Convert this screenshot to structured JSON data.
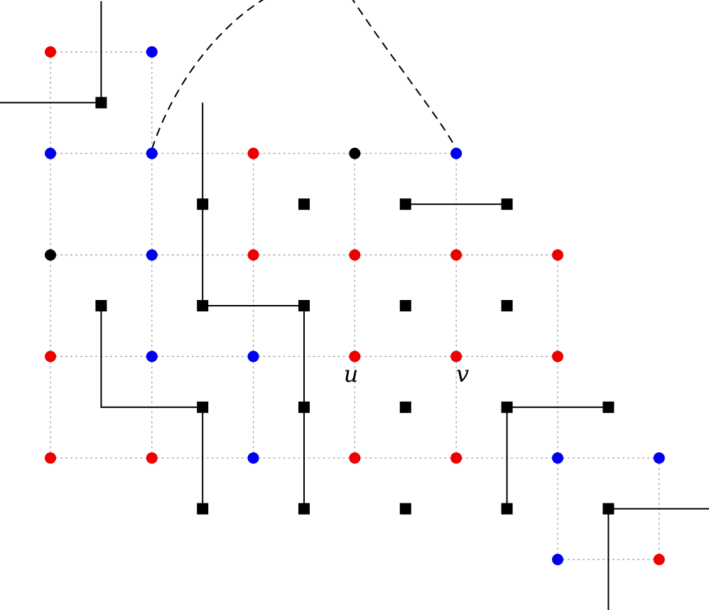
{
  "colors": {
    "red": "#ee0000",
    "blue": "#0000ee",
    "black": "#000000",
    "grid_line": "#9a9a9a",
    "path": "#000000"
  },
  "labels": {
    "u": "u",
    "v": "v"
  },
  "vertex_grid": {
    "columns": [
      0,
      1,
      2,
      3,
      4,
      5,
      6
    ],
    "rows": [
      0,
      1,
      2,
      3,
      4,
      5
    ]
  },
  "vertices": [
    {
      "col": 0,
      "row": 0,
      "color": "red"
    },
    {
      "col": 1,
      "row": 0,
      "color": "blue"
    },
    {
      "col": 0,
      "row": 1,
      "color": "blue"
    },
    {
      "col": 1,
      "row": 1,
      "color": "blue"
    },
    {
      "col": 2,
      "row": 1,
      "color": "red"
    },
    {
      "col": 3,
      "row": 1,
      "color": "black"
    },
    {
      "col": 4,
      "row": 1,
      "color": "blue"
    },
    {
      "col": 0,
      "row": 2,
      "color": "black"
    },
    {
      "col": 1,
      "row": 2,
      "color": "blue"
    },
    {
      "col": 2,
      "row": 2,
      "color": "red"
    },
    {
      "col": 3,
      "row": 2,
      "color": "red"
    },
    {
      "col": 4,
      "row": 2,
      "color": "red"
    },
    {
      "col": 5,
      "row": 2,
      "color": "red"
    },
    {
      "col": 0,
      "row": 3,
      "color": "red"
    },
    {
      "col": 1,
      "row": 3,
      "color": "blue"
    },
    {
      "col": 2,
      "row": 3,
      "color": "blue"
    },
    {
      "col": 3,
      "row": 3,
      "color": "red",
      "label": "u"
    },
    {
      "col": 4,
      "row": 3,
      "color": "red",
      "label": "v"
    },
    {
      "col": 5,
      "row": 3,
      "color": "red"
    },
    {
      "col": 0,
      "row": 4,
      "color": "red"
    },
    {
      "col": 1,
      "row": 4,
      "color": "red"
    },
    {
      "col": 2,
      "row": 4,
      "color": "blue"
    },
    {
      "col": 3,
      "row": 4,
      "color": "red"
    },
    {
      "col": 4,
      "row": 4,
      "color": "red"
    },
    {
      "col": 5,
      "row": 4,
      "color": "blue"
    },
    {
      "col": 6,
      "row": 4,
      "color": "blue"
    },
    {
      "col": 5,
      "row": 5,
      "color": "blue"
    },
    {
      "col": 6,
      "row": 5,
      "color": "red"
    }
  ],
  "grid_edges": [
    [
      [
        0,
        0
      ],
      [
        1,
        0
      ]
    ],
    [
      [
        0,
        1
      ],
      [
        1,
        1
      ]
    ],
    [
      [
        1,
        1
      ],
      [
        2,
        1
      ]
    ],
    [
      [
        2,
        1
      ],
      [
        3,
        1
      ]
    ],
    [
      [
        3,
        1
      ],
      [
        4,
        1
      ]
    ],
    [
      [
        0,
        2
      ],
      [
        1,
        2
      ]
    ],
    [
      [
        1,
        2
      ],
      [
        2,
        2
      ]
    ],
    [
      [
        2,
        2
      ],
      [
        3,
        2
      ]
    ],
    [
      [
        3,
        2
      ],
      [
        4,
        2
      ]
    ],
    [
      [
        4,
        2
      ],
      [
        5,
        2
      ]
    ],
    [
      [
        0,
        3
      ],
      [
        1,
        3
      ]
    ],
    [
      [
        1,
        3
      ],
      [
        2,
        3
      ]
    ],
    [
      [
        2,
        3
      ],
      [
        3,
        3
      ]
    ],
    [
      [
        3,
        3
      ],
      [
        4,
        3
      ]
    ],
    [
      [
        4,
        3
      ],
      [
        5,
        3
      ]
    ],
    [
      [
        0,
        4
      ],
      [
        1,
        4
      ]
    ],
    [
      [
        1,
        4
      ],
      [
        2,
        4
      ]
    ],
    [
      [
        2,
        4
      ],
      [
        3,
        4
      ]
    ],
    [
      [
        3,
        4
      ],
      [
        4,
        4
      ]
    ],
    [
      [
        4,
        4
      ],
      [
        5,
        4
      ]
    ],
    [
      [
        5,
        4
      ],
      [
        6,
        4
      ]
    ],
    [
      [
        5,
        5
      ],
      [
        6,
        5
      ]
    ],
    [
      [
        0,
        0
      ],
      [
        0,
        1
      ]
    ],
    [
      [
        0,
        1
      ],
      [
        0,
        2
      ]
    ],
    [
      [
        0,
        2
      ],
      [
        0,
        3
      ]
    ],
    [
      [
        0,
        3
      ],
      [
        0,
        4
      ]
    ],
    [
      [
        1,
        0
      ],
      [
        1,
        1
      ]
    ],
    [
      [
        1,
        1
      ],
      [
        1,
        2
      ]
    ],
    [
      [
        1,
        2
      ],
      [
        1,
        3
      ]
    ],
    [
      [
        1,
        3
      ],
      [
        1,
        4
      ]
    ],
    [
      [
        2,
        1
      ],
      [
        2,
        2
      ]
    ],
    [
      [
        2,
        2
      ],
      [
        2,
        3
      ]
    ],
    [
      [
        2,
        3
      ],
      [
        2,
        4
      ]
    ],
    [
      [
        3,
        1
      ],
      [
        3,
        2
      ]
    ],
    [
      [
        3,
        2
      ],
      [
        3,
        3
      ]
    ],
    [
      [
        3,
        3
      ],
      [
        3,
        4
      ]
    ],
    [
      [
        4,
        1
      ],
      [
        4,
        2
      ]
    ],
    [
      [
        4,
        2
      ],
      [
        4,
        3
      ]
    ],
    [
      [
        4,
        3
      ],
      [
        4,
        4
      ]
    ],
    [
      [
        5,
        2
      ],
      [
        5,
        3
      ]
    ],
    [
      [
        5,
        3
      ],
      [
        5,
        4
      ]
    ],
    [
      [
        5,
        4
      ],
      [
        5,
        5
      ]
    ],
    [
      [
        6,
        4
      ],
      [
        6,
        5
      ]
    ]
  ],
  "dual_squares": [
    {
      "col": 0.5,
      "row": 0.5
    },
    {
      "col": 1.5,
      "row": 1.5
    },
    {
      "col": 2.5,
      "row": 1.5
    },
    {
      "col": 3.5,
      "row": 1.5
    },
    {
      "col": 4.5,
      "row": 1.5
    },
    {
      "col": 0.5,
      "row": 2.5
    },
    {
      "col": 1.5,
      "row": 2.5
    },
    {
      "col": 2.5,
      "row": 2.5
    },
    {
      "col": 3.5,
      "row": 2.5
    },
    {
      "col": 4.5,
      "row": 2.5
    },
    {
      "col": 1.5,
      "row": 3.5
    },
    {
      "col": 2.5,
      "row": 3.5
    },
    {
      "col": 3.5,
      "row": 3.5
    },
    {
      "col": 4.5,
      "row": 3.5
    },
    {
      "col": 5.5,
      "row": 3.5
    },
    {
      "col": 1.5,
      "row": 4.5
    },
    {
      "col": 2.5,
      "row": 4.5
    },
    {
      "col": 3.5,
      "row": 4.5
    },
    {
      "col": 4.5,
      "row": 4.5
    },
    {
      "col": 5.5,
      "row": 4.5
    }
  ],
  "paths": [
    [
      [
        0.5,
        -0.5
      ],
      [
        0.5,
        0.5
      ],
      [
        -0.5,
        0.5
      ]
    ],
    [
      [
        1.5,
        0.5
      ],
      [
        1.5,
        2.5
      ],
      [
        2.5,
        2.5
      ],
      [
        2.5,
        4.5
      ]
    ],
    [
      [
        3.5,
        1.5
      ],
      [
        4.5,
        1.5
      ]
    ],
    [
      [
        0.5,
        2.5
      ],
      [
        0.5,
        3.5
      ],
      [
        1.5,
        3.5
      ],
      [
        1.5,
        4.5
      ]
    ],
    [
      [
        5.5,
        3.5
      ],
      [
        4.5,
        3.5
      ],
      [
        4.5,
        4.5
      ]
    ],
    [
      [
        5.5,
        5.5
      ],
      [
        5.5,
        4.5
      ],
      [
        6.5,
        4.5
      ]
    ]
  ],
  "dashed_arc": {
    "from": [
      1,
      1
    ],
    "to": [
      4,
      1
    ]
  }
}
